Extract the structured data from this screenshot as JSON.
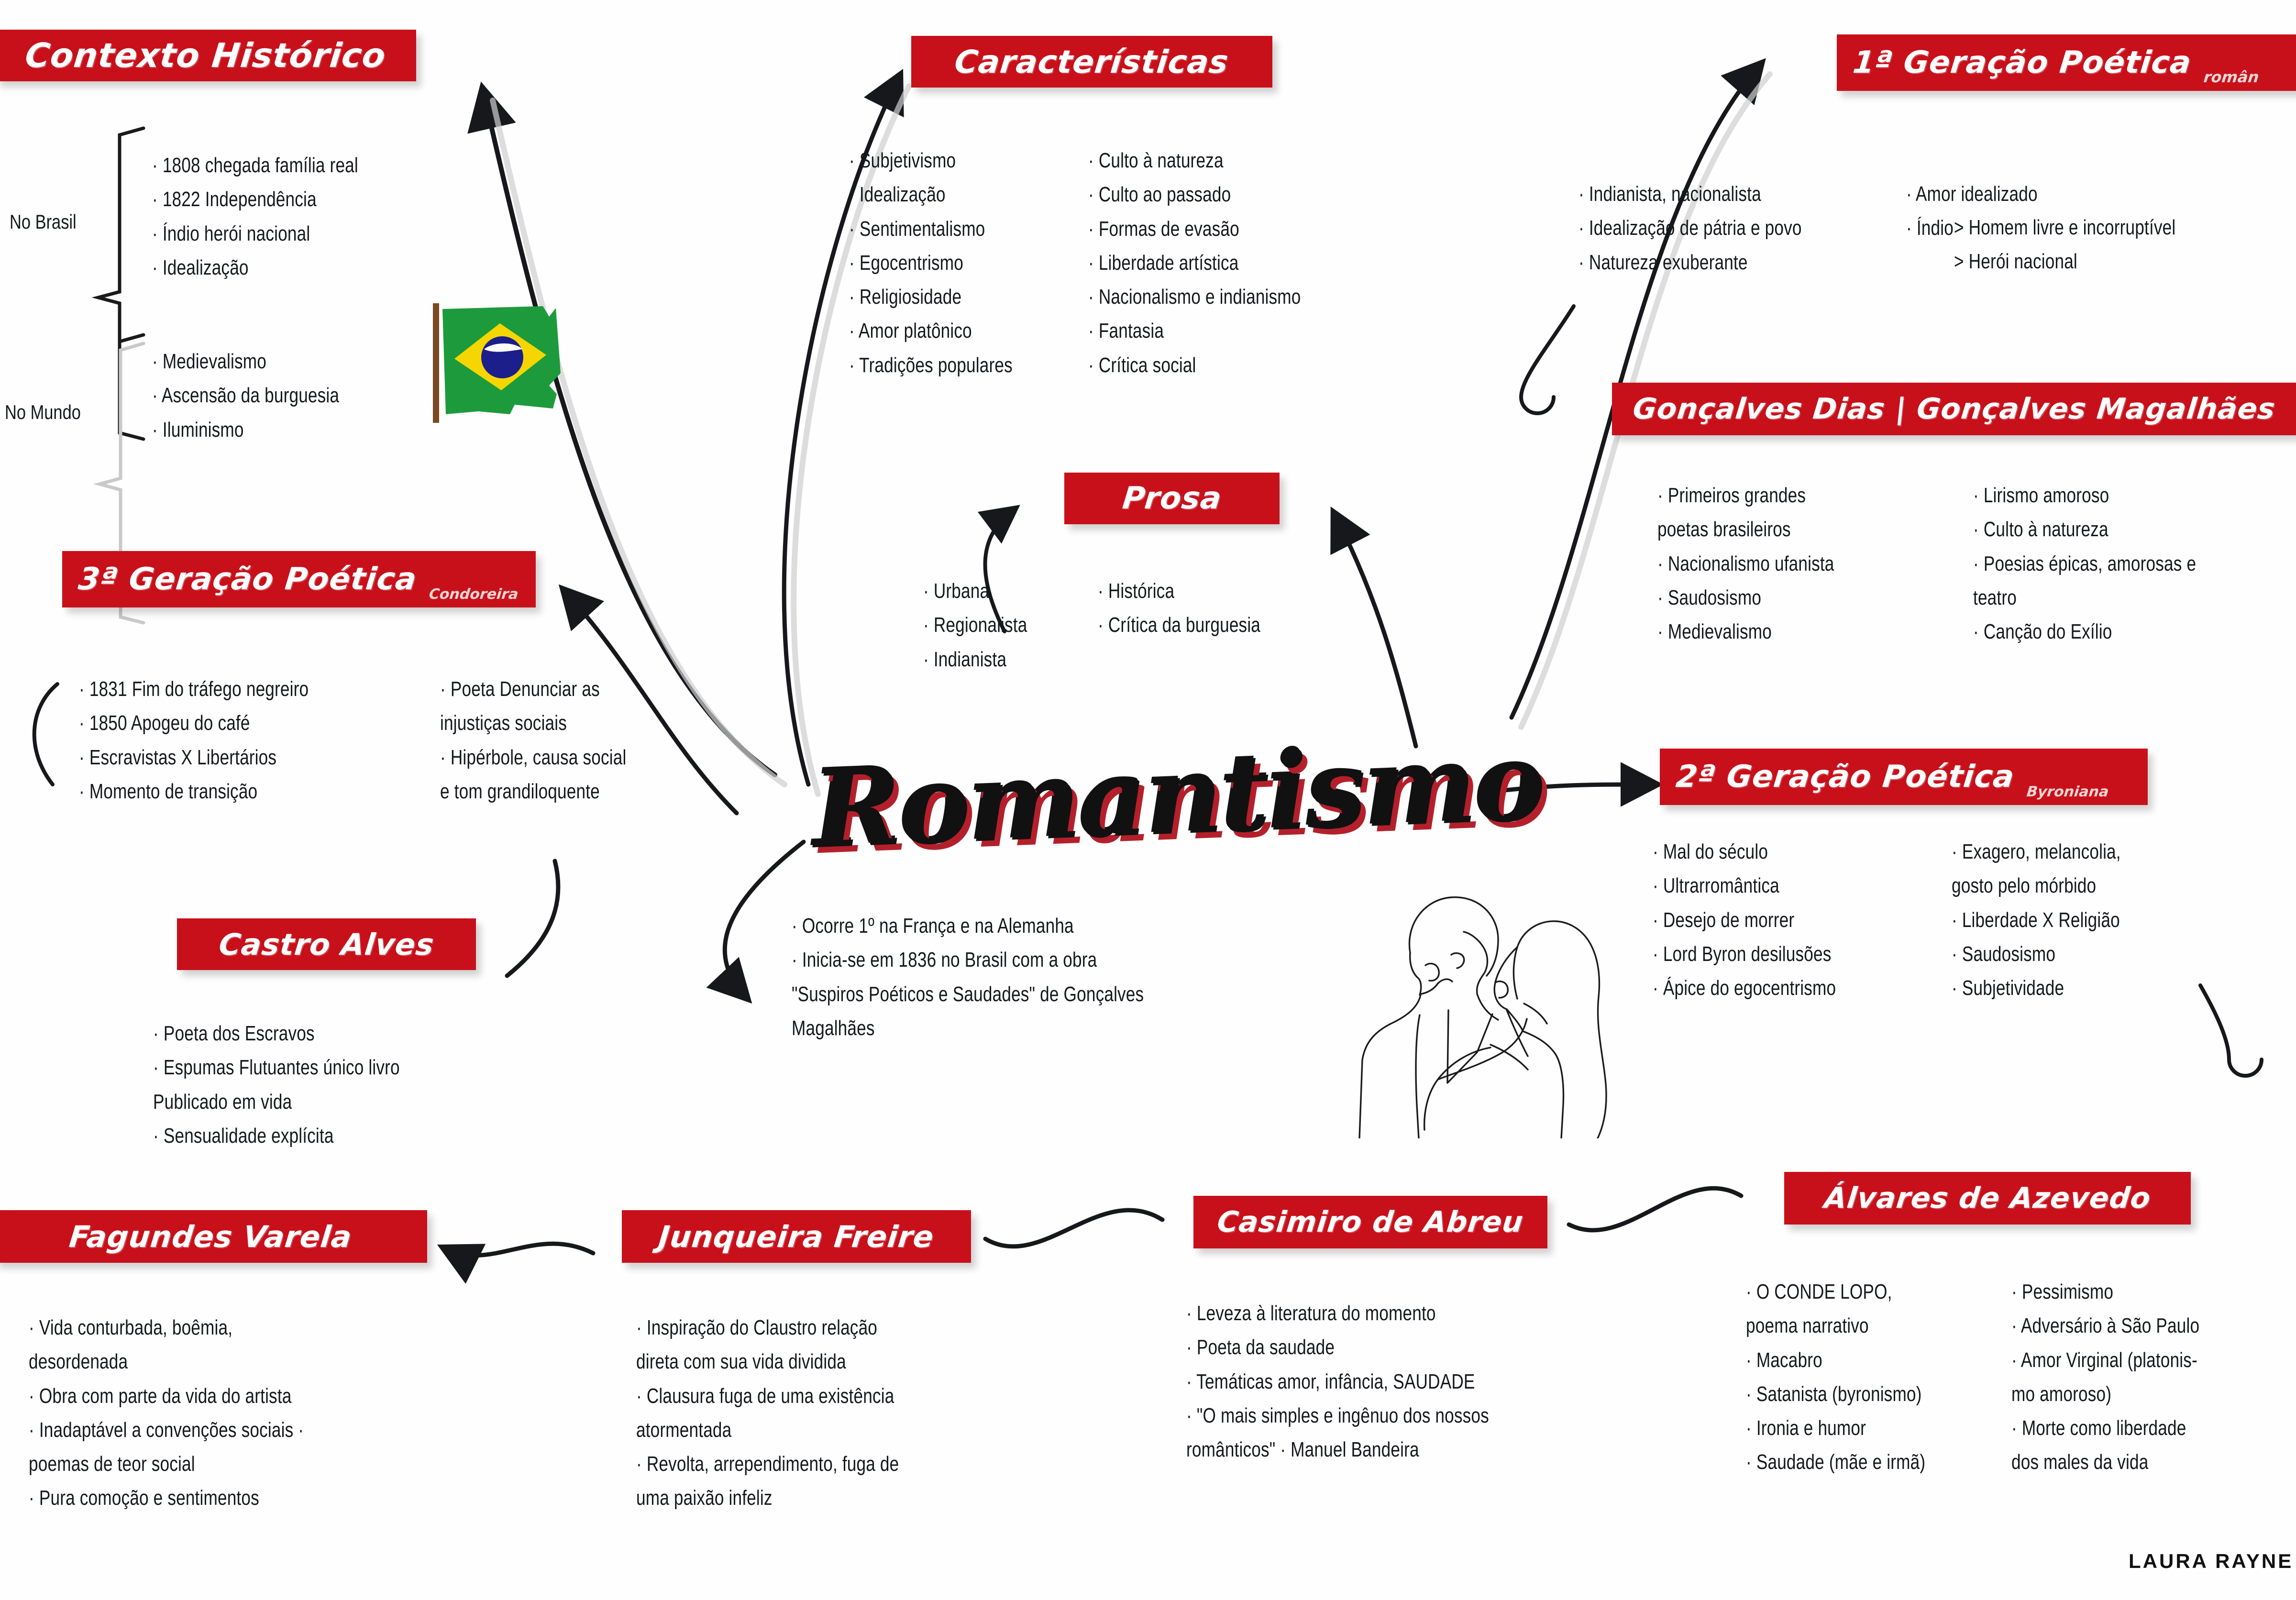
{
  "meta": {
    "accent_red": "#c8101a",
    "ink": "#15181c",
    "signature": "LAURA RAYNE"
  },
  "center": {
    "title": "Romantismo",
    "notes": "· Ocorre 1º na França e na Alemanha\n· Inicia-se em 1836 no Brasil com a obra\n\"Suspiros Poéticos e Saudades\" de Gonçalves\nMagalhães"
  },
  "sections": {
    "contexto": {
      "title": "Contexto Histórico",
      "group1_label": "No Brasil",
      "group1": "· 1808  chegada família real\n· 1822  Independência\n· Índio  herói nacional\n· Idealização",
      "group2_label": "No Mundo",
      "group2": "· Medievalismo\n· Ascensão da burguesia\n· Iluminismo",
      "flag_icon": "brazil-flag"
    },
    "caracteristicas": {
      "title": "Características",
      "col_left": "· Subjetivismo\n· Idealização\n· Sentimentalismo\n· Egocentrismo\n· Religiosidade\n· Amor platônico\n· Tradições populares",
      "col_right": "· Culto à natureza\n· Culto ao passado\n· Formas de evasão\n· Liberdade artística\n· Nacionalismo e indianismo\n· Fantasia\n· Crítica social"
    },
    "geracao1": {
      "title": "1ª Geração Poética",
      "subtitle": "român",
      "col_left": "· Indianista, nacionalista\n· Idealização de pátria e povo\n· Natureza exuberante",
      "col_right": "· Amor idealizado\n· Índio",
      "col_right_sub": "> Homem livre e incorruptível\n> Herói nacional"
    },
    "goncalves": {
      "title": "Gonçalves Dias | Gonçalves Magalhães",
      "col_left": "· Primeiros grandes\n  poetas brasileiros\n· Nacionalismo ufanista\n· Saudosismo\n· Medievalismo",
      "col_right": "· Lirismo amoroso\n· Culto à natureza\n· Poesias épicas, amorosas e\n  teatro\n· Canção do Exílio"
    },
    "prosa": {
      "title": "Prosa",
      "col_left": "· Urbana\n· Regionalista\n· Indianista",
      "col_right": "· Histórica\n· Crítica da burguesia"
    },
    "geracao2": {
      "title": "2ª Geração Poética",
      "subtitle": "Byroniana",
      "col_left": "· Mal do século\n· Ultrarromântica\n· Desejo de morrer\n· Lord Byron desilusões\n· Ápice do egocentrismo",
      "col_right": "· Exagero, melancolia,\n  gosto pelo mórbido\n· Liberdade X Religião\n· Saudosismo\n· Subjetividade"
    },
    "geracao3": {
      "title": "3ª Geração Poética",
      "subtitle": "Condoreira",
      "col_left": "· 1831  Fim do tráfego negreiro\n· 1850  Apogeu do café\n· Escravistas X Libertários\n· Momento de transição",
      "col_right": "· Poeta  Denunciar as\n  injustiças sociais\n· Hipérbole, causa social\n  e tom grandiloquente"
    },
    "castro_alves": {
      "title": "Castro Alves",
      "items": "· Poeta dos Escravos\n· Espumas Flutuantes  único livro\n  Publicado em vida\n· Sensualidade explícita"
    },
    "fagundes": {
      "title": "Fagundes Varela",
      "items": "· Vida conturbada, boêmia,\n  desordenada\n· Obra com parte da vida do artista\n· Inadaptável a convenções sociais ·\n  poemas de teor social\n· Pura comoção e sentimentos"
    },
    "junqueira": {
      "title": "Junqueira Freire",
      "items": "· Inspiração do Claustro  relação\n  direta com sua vida dividida\n· Clausura  fuga de uma existência\n  atormentada\n· Revolta, arrependimento, fuga de\n  uma paixão infeliz"
    },
    "casimiro": {
      "title": "Casimiro de Abreu",
      "items": "· Leveza à literatura do momento\n· Poeta da saudade\n· Temáticas  amor, infância, SAUDADE\n· \"O mais simples e ingênuo dos nossos\n  românticos\" · Manuel Bandeira"
    },
    "alvares": {
      "title": "Álvares de Azevedo",
      "col_left": "· O CONDE LOPO,\n  poema narrativo\n· Macabro\n· Satanista (byronismo)\n· Ironia e humor\n· Saudade (mãe e irmã)",
      "col_right": "· Pessimismo\n· Adversário à São Paulo\n· Amor  Virginal (platonis-\n  mo amoroso)\n· Morte como liberdade\n  dos males da vida"
    },
    "illustration": {
      "icon": "couple-embrace-line-art"
    }
  }
}
